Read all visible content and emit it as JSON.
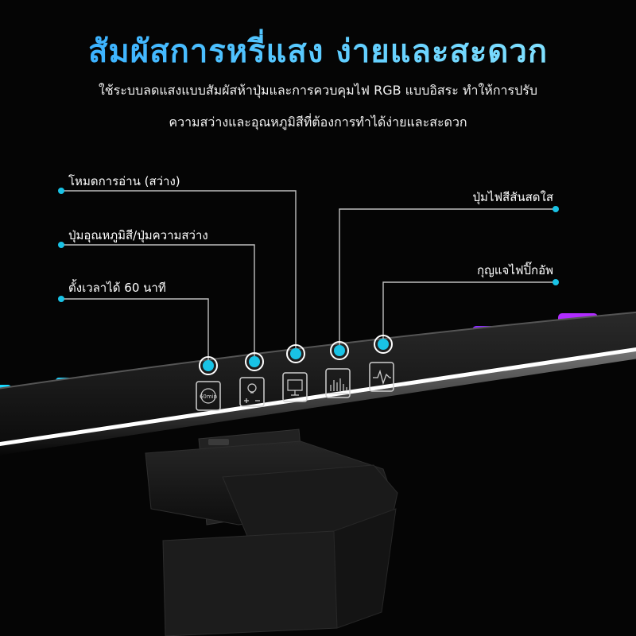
{
  "header": {
    "title": "สัมผัสการหรี่แสง  ง่ายและสะดวก",
    "subtitle_line1": "ใช้ระบบลดแสงแบบสัมผัสห้าปุ่มและการควบคุมไฟ RGB แบบอิสระ ทำให้การปรับ",
    "subtitle_line2": "ความสว่างและอุณหภูมิสีที่ต้องการทำได้ง่ายและสะดวก"
  },
  "callouts": {
    "reading_mode": "โหมดการอ่าน (สว่าง)",
    "temp_brightness": "ปุ่มอุณหภูมิสี/ปุ่มความสว่าง",
    "timer": "ตั้งเวลาได้ 60 นาที",
    "color_light": "ปุ่มไฟสีสันสดใส",
    "pickup_key": "กุญแจไฟปิ๊กอัพ"
  },
  "buttons": {
    "timer_icon_text": "60min"
  },
  "colors": {
    "accent": "#19c3e6",
    "title_start": "#2fa8ff",
    "title_end": "#8fe8ff"
  },
  "icons": [
    "timer-icon",
    "bulb-brightness-icon",
    "monitor-icon",
    "equalizer-icon",
    "pulse-icon"
  ]
}
